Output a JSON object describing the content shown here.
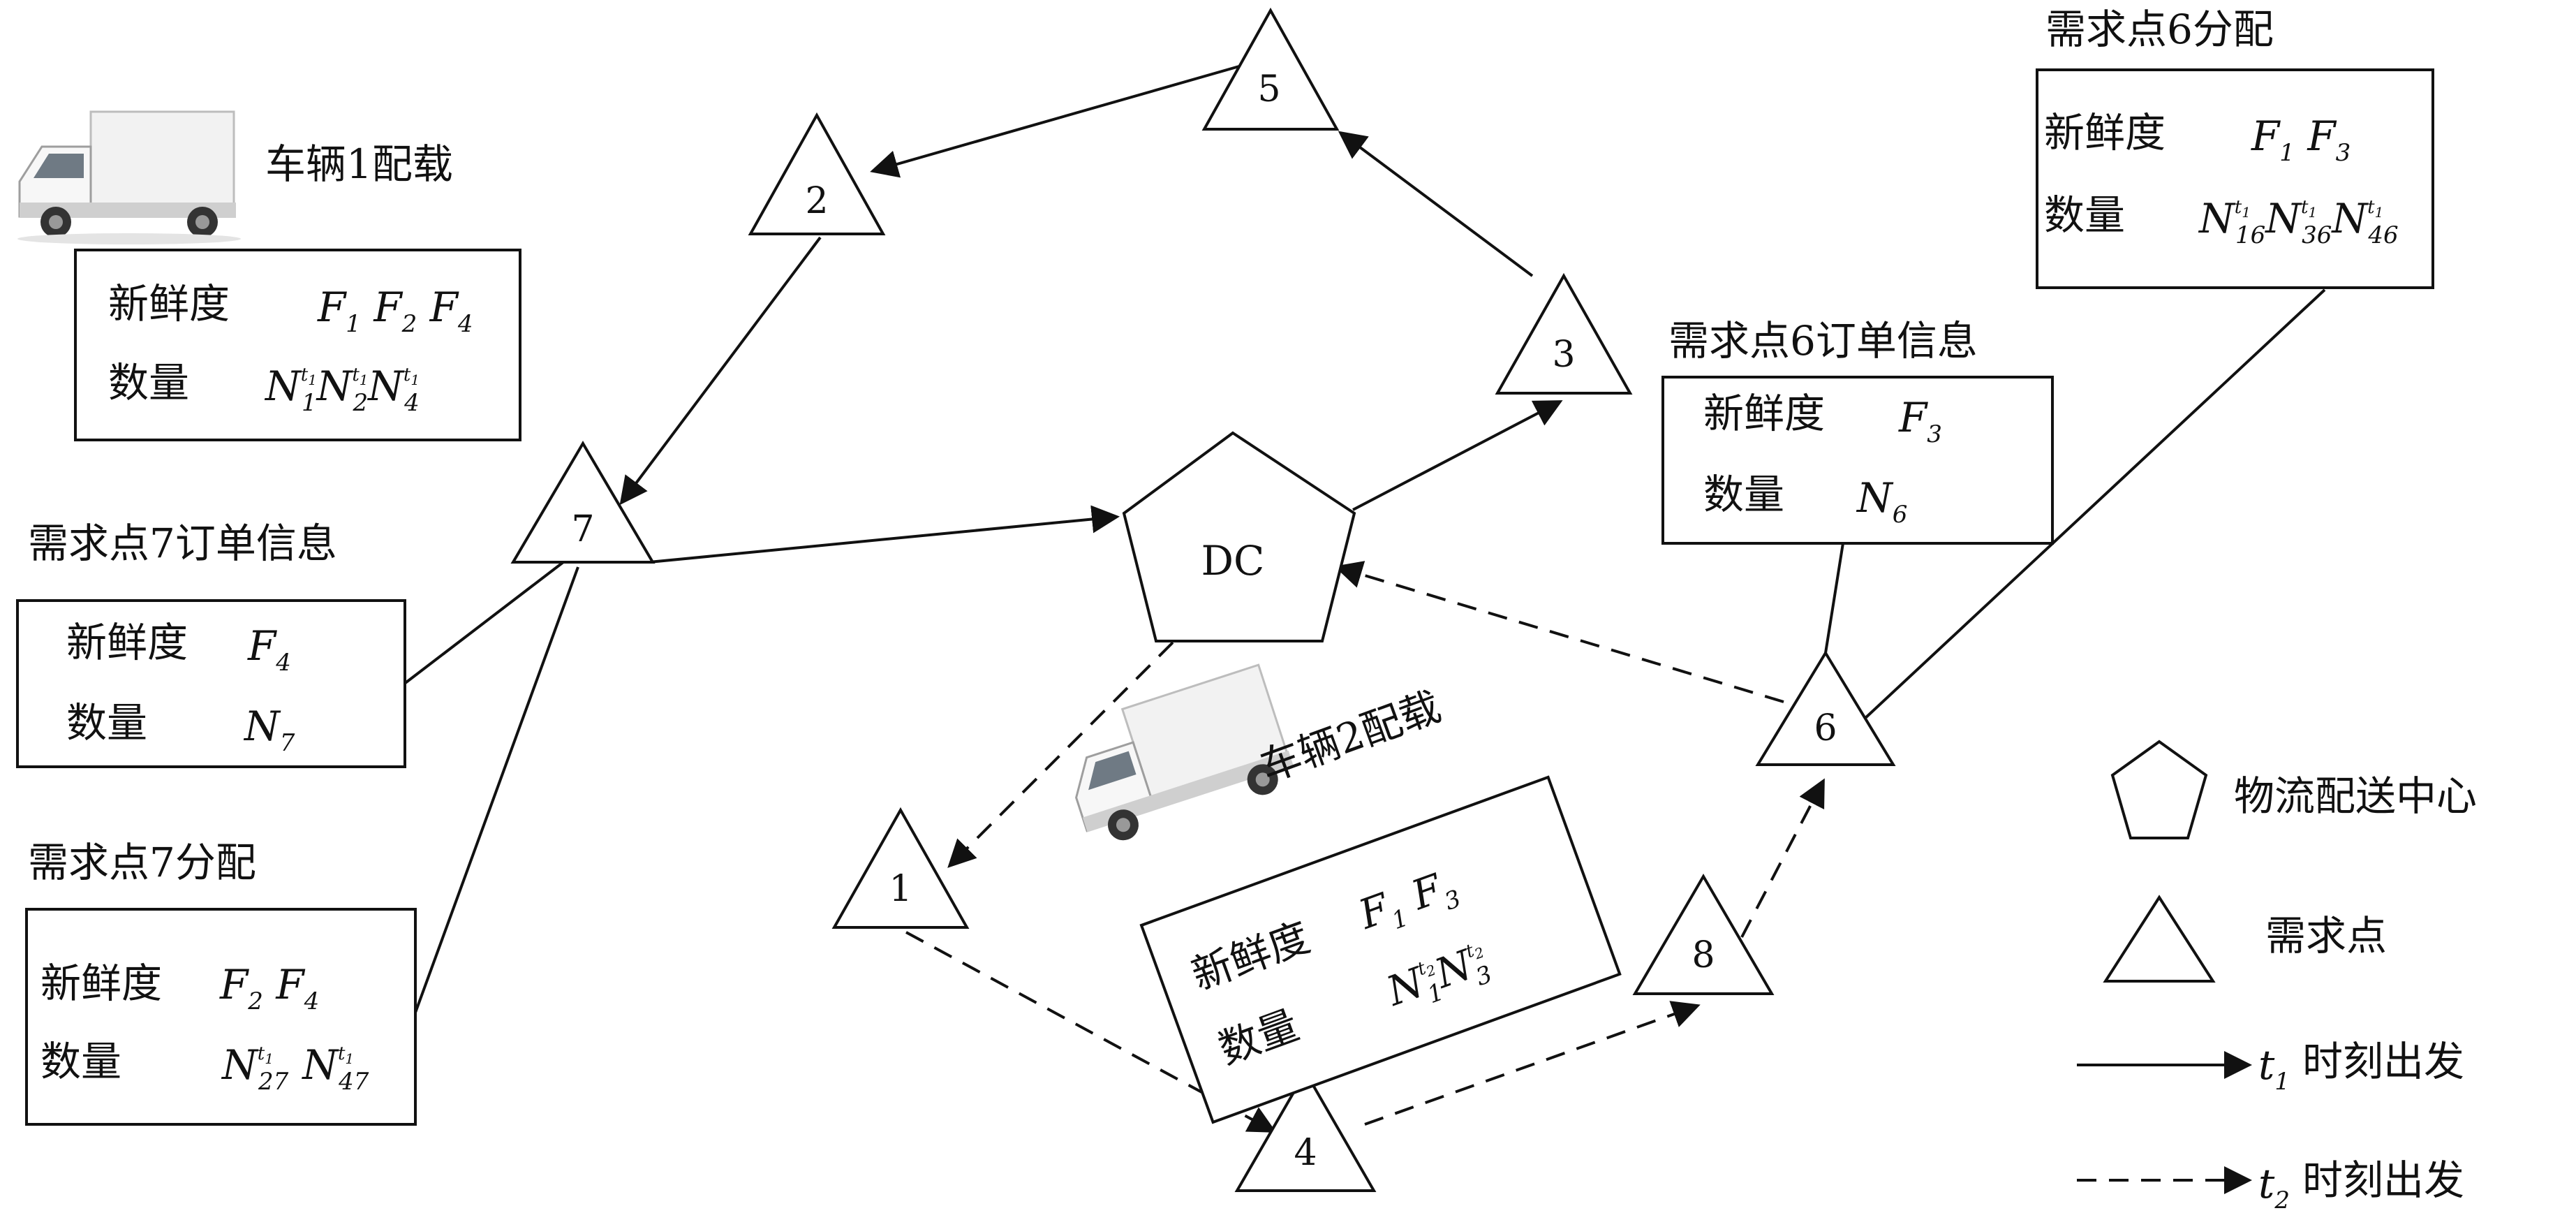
{
  "nodes": {
    "dc": "DC",
    "n1": "1",
    "n2": "2",
    "n3": "3",
    "n4": "4",
    "n5": "5",
    "n6": "6",
    "n7": "7",
    "n8": "8"
  },
  "vehicle1": {
    "title": "车辆1配载",
    "freshness_label": "新鲜度",
    "quantity_label": "数量"
  },
  "vehicle2": {
    "title": "车辆2配载",
    "freshness_label": "新鲜度",
    "quantity_label": "数量"
  },
  "demand7_order": {
    "title": "需求点7订单信息",
    "freshness_label": "新鲜度",
    "quantity_label": "数量"
  },
  "demand7_alloc": {
    "title": "需求点7分配",
    "freshness_label": "新鲜度",
    "quantity_label": "数量"
  },
  "demand6_order": {
    "title": "需求点6订单信息",
    "freshness_label": "新鲜度",
    "quantity_label": "数量"
  },
  "demand6_alloc": {
    "title": "需求点6分配",
    "freshness_label": "新鲜度",
    "quantity_label": "数量"
  },
  "legend": {
    "dc": "物流配送中心",
    "demand": "需求点",
    "t1_suffix": "时刻出发",
    "t2_suffix": "时刻出发"
  },
  "colors": {
    "stroke": "#111111",
    "background": "#ffffff"
  }
}
